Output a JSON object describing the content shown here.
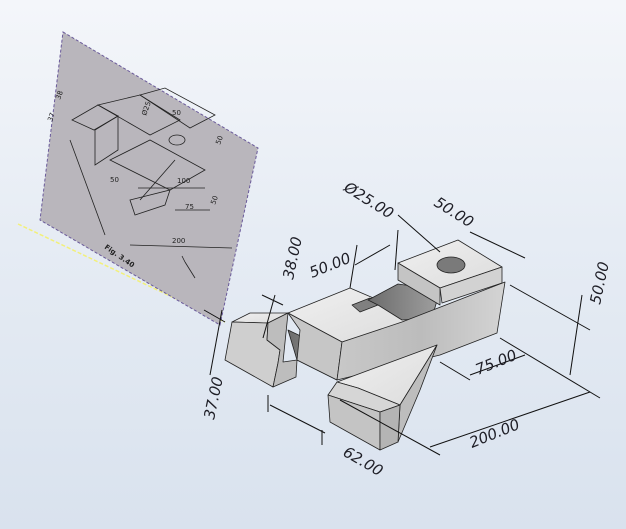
{
  "viewport": {
    "background_top": "#f4f6fa",
    "background_bottom": "#d9e2ee",
    "part_color": "#d8d8d8",
    "sketch_sheet_color": "#b9b6bc",
    "sheet_border_color": "#6a5a9a"
  },
  "sketch_image": {
    "caption": "Fig. 3.40",
    "labels": [
      "38",
      "37",
      "50",
      "Ø25",
      "50",
      "100",
      "75",
      "50",
      "200",
      "50"
    ]
  },
  "dimensions": {
    "hole_diameter": "Ø25.00",
    "top_width": "50.00",
    "slot_width": "50.00",
    "step_height": "38.00",
    "base_height": "37.00",
    "depth": "62.00",
    "length": "200.00",
    "rib_offset": "75.00",
    "overall_height": "50.00"
  }
}
